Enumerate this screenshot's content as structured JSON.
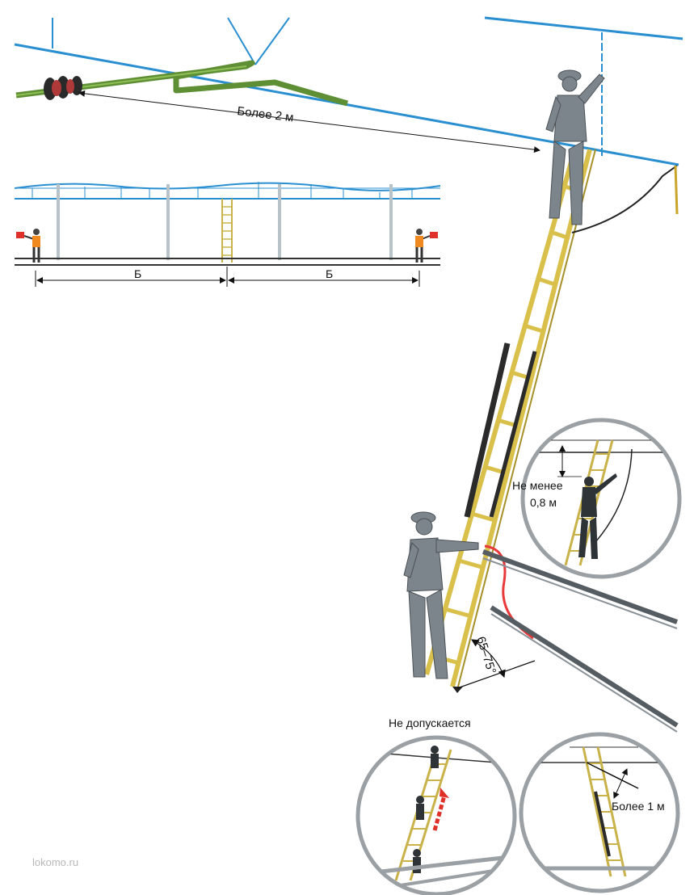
{
  "labels": {
    "distance_main": "Более 2 м",
    "distance_b_left": "Б",
    "distance_b_right": "Б",
    "min_distance_line1": "Не менее",
    "min_distance_line2": "0,8 м",
    "angle": "65–75°",
    "not_allowed": "Не допускается",
    "more_than_1m": "Более 1 м"
  },
  "watermark": "lokomo.ru",
  "colors": {
    "wire": "#2a8fd0",
    "pipe": "#6a9a3a",
    "ladder": "#d8c04a",
    "ladder_dark": "#2a2a2a",
    "worker": "#7d858c",
    "signal_flag": "#e0302a",
    "vest": "#f08a20",
    "ground_cable": "#e83a3a",
    "rail": "#555c62",
    "circle_border": "#9aa0a4"
  },
  "icons": [
    "worker-figure",
    "signalman-figure",
    "signal-flag",
    "insulator",
    "arrow-up-icon"
  ]
}
